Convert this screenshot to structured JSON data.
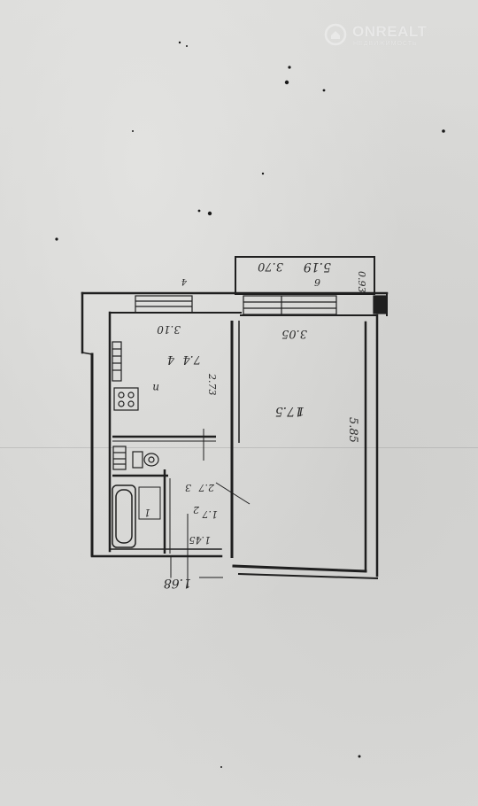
{
  "watermark": {
    "brand": "ONREALT",
    "tagline": "НЕДВИЖИМОСТЬ"
  },
  "plan": {
    "wall_color": "#1f1f1f",
    "ink_color": "#2a2a2a",
    "top_letter": "4",
    "balcony": {
      "dim_width": "3.70",
      "area": "5.19",
      "number": "6",
      "dim_depth": "0.93"
    },
    "kitchen": {
      "width": "3.10",
      "number": "4",
      "area": "7.4",
      "depth": "2.73",
      "stove_letter": "п"
    },
    "room": {
      "width": "3.05",
      "number": "1",
      "area": "17.5",
      "depth": "5.85"
    },
    "bathroom": {
      "number": "3",
      "area": "2.7"
    },
    "wc": {
      "number": "2",
      "area": "1.7"
    },
    "hall": {
      "number": "1",
      "area": "1.45"
    },
    "entrance_dim": "1.68"
  }
}
